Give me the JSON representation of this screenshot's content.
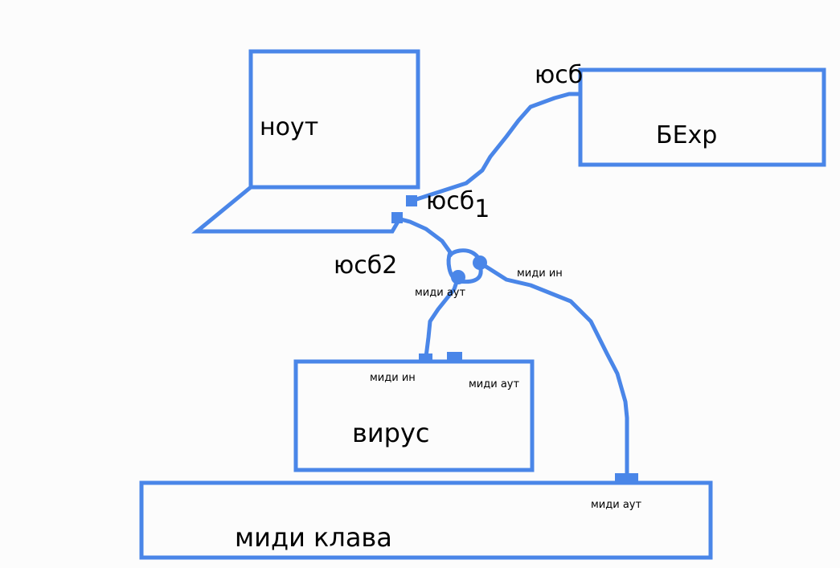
{
  "color": "#4a86e8",
  "labels": {
    "laptop": "ноут",
    "bexp_usb": "юсб",
    "bexp": "БЕхр",
    "usb1": "юсб",
    "usb1_sub": "1",
    "usb2": "юсб2",
    "splitter_midi_out": "миди аут",
    "splitter_midi_in": "миди ин",
    "virus_midi_in": "миди ин",
    "virus_midi_out": "миди аут",
    "virus": "вирус",
    "keyboard_midi_out": "миди аут",
    "keyboard": "миди клава"
  }
}
